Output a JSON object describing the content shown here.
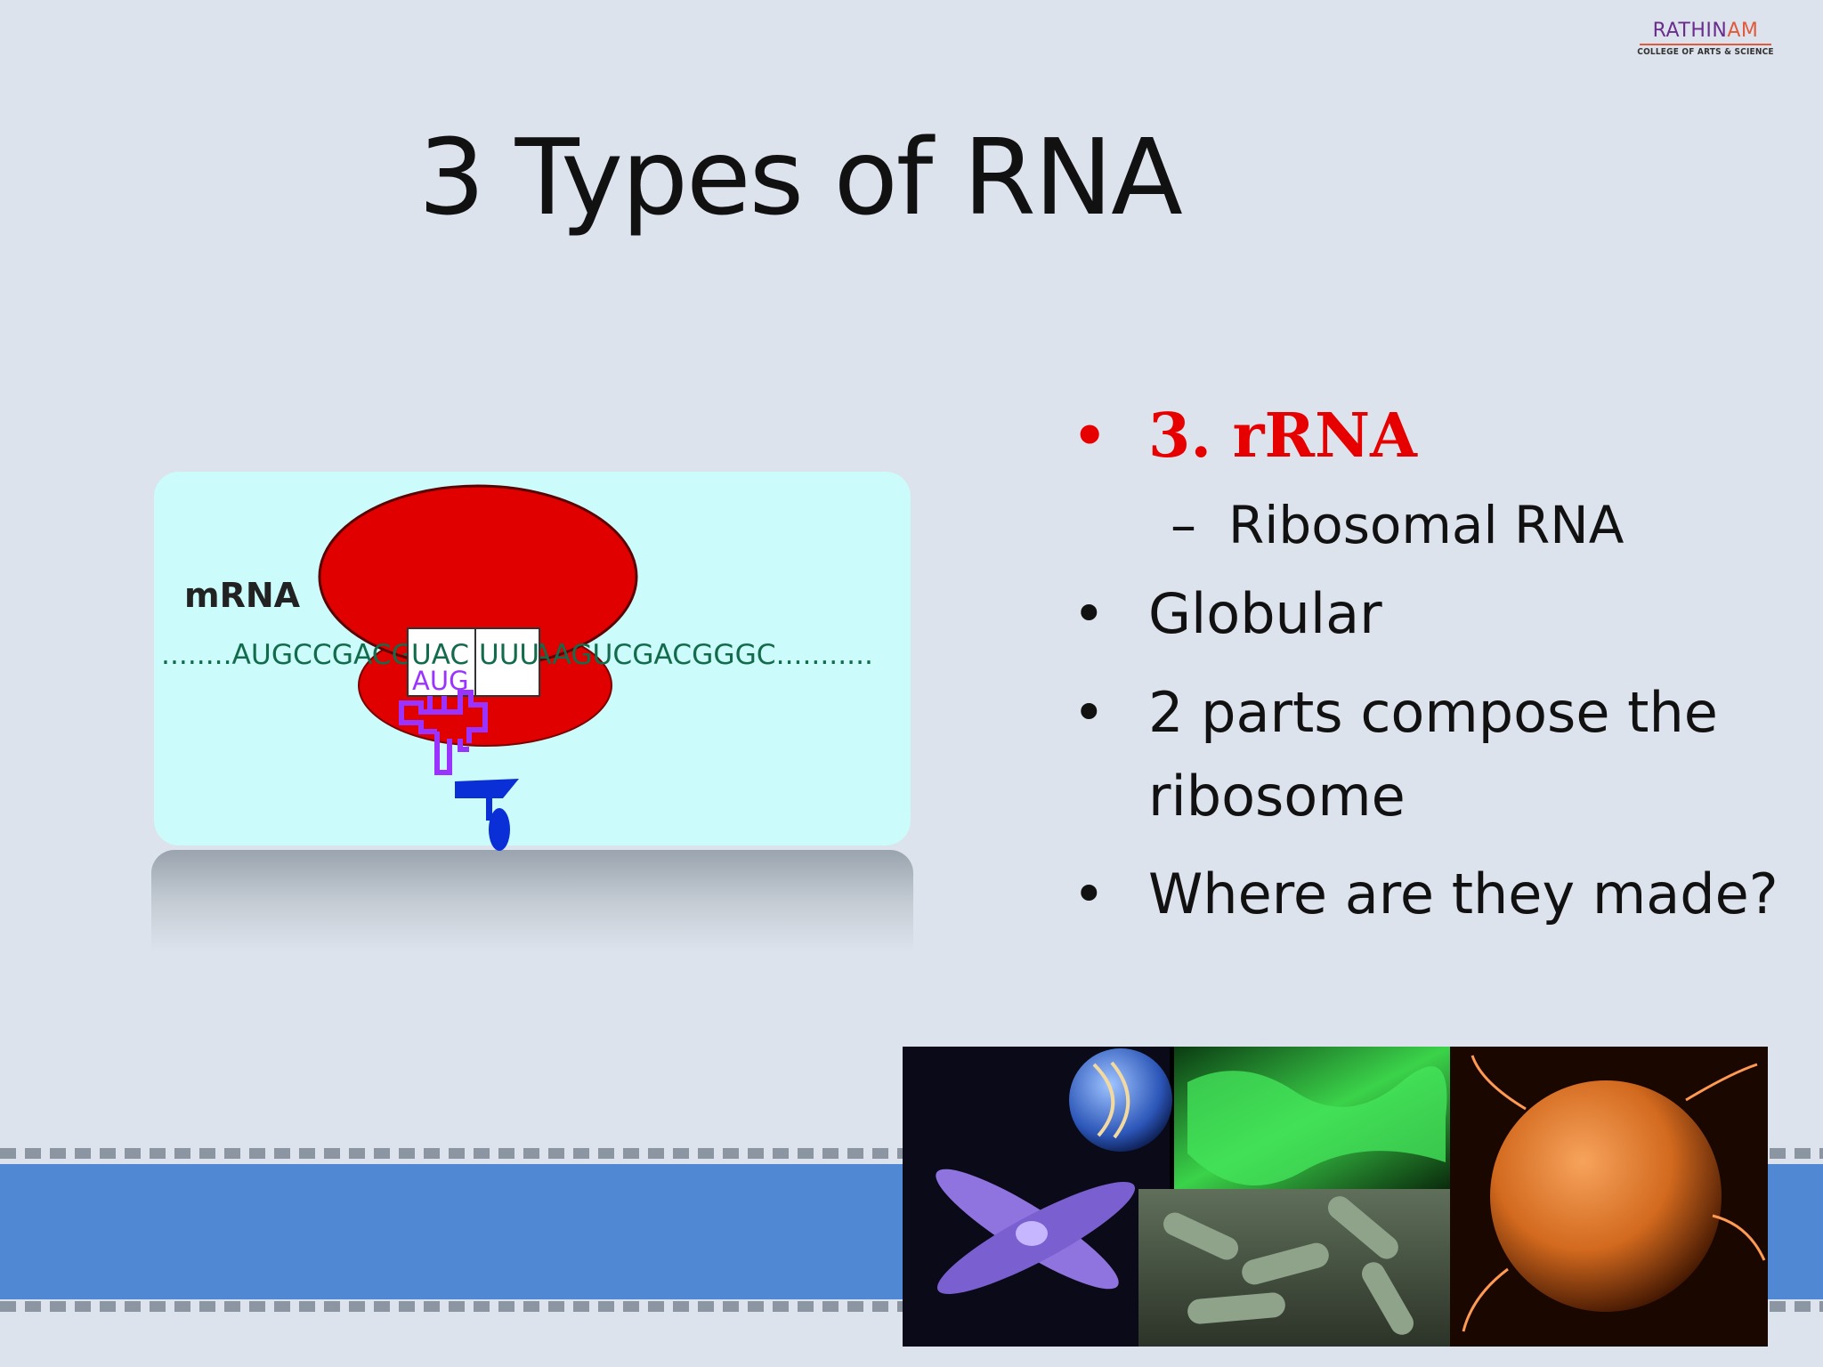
{
  "logo": {
    "name_main": "RATHIN",
    "name_accent": "AM",
    "subtitle": "COLLEGE OF ARTS & SCIENCE"
  },
  "title": "3 Types of RNA",
  "bullets": {
    "item1": "3. rRNA",
    "item1_sub": "Ribosomal RNA",
    "item2": "Globular",
    "item3": "2 parts compose the ribosome",
    "item4": "Where are they made?"
  },
  "diagram": {
    "mrna_label": "mRNA",
    "sequence": "........AUGCCGACGUACUUUAAGUCGACGGGC...........",
    "codon_left": "UAC",
    "codon_right": "UUU",
    "anticodon": "AUG"
  },
  "colors": {
    "background": "#dde3ec",
    "title": "#111111",
    "highlight_red": "#e60000",
    "band_blue": "#5188d4",
    "panel_cyan": "#ccfbfb",
    "ribosome_red": "#e00000",
    "trna_purple": "#9a33ff",
    "amino_blue": "#0a2fd6"
  }
}
